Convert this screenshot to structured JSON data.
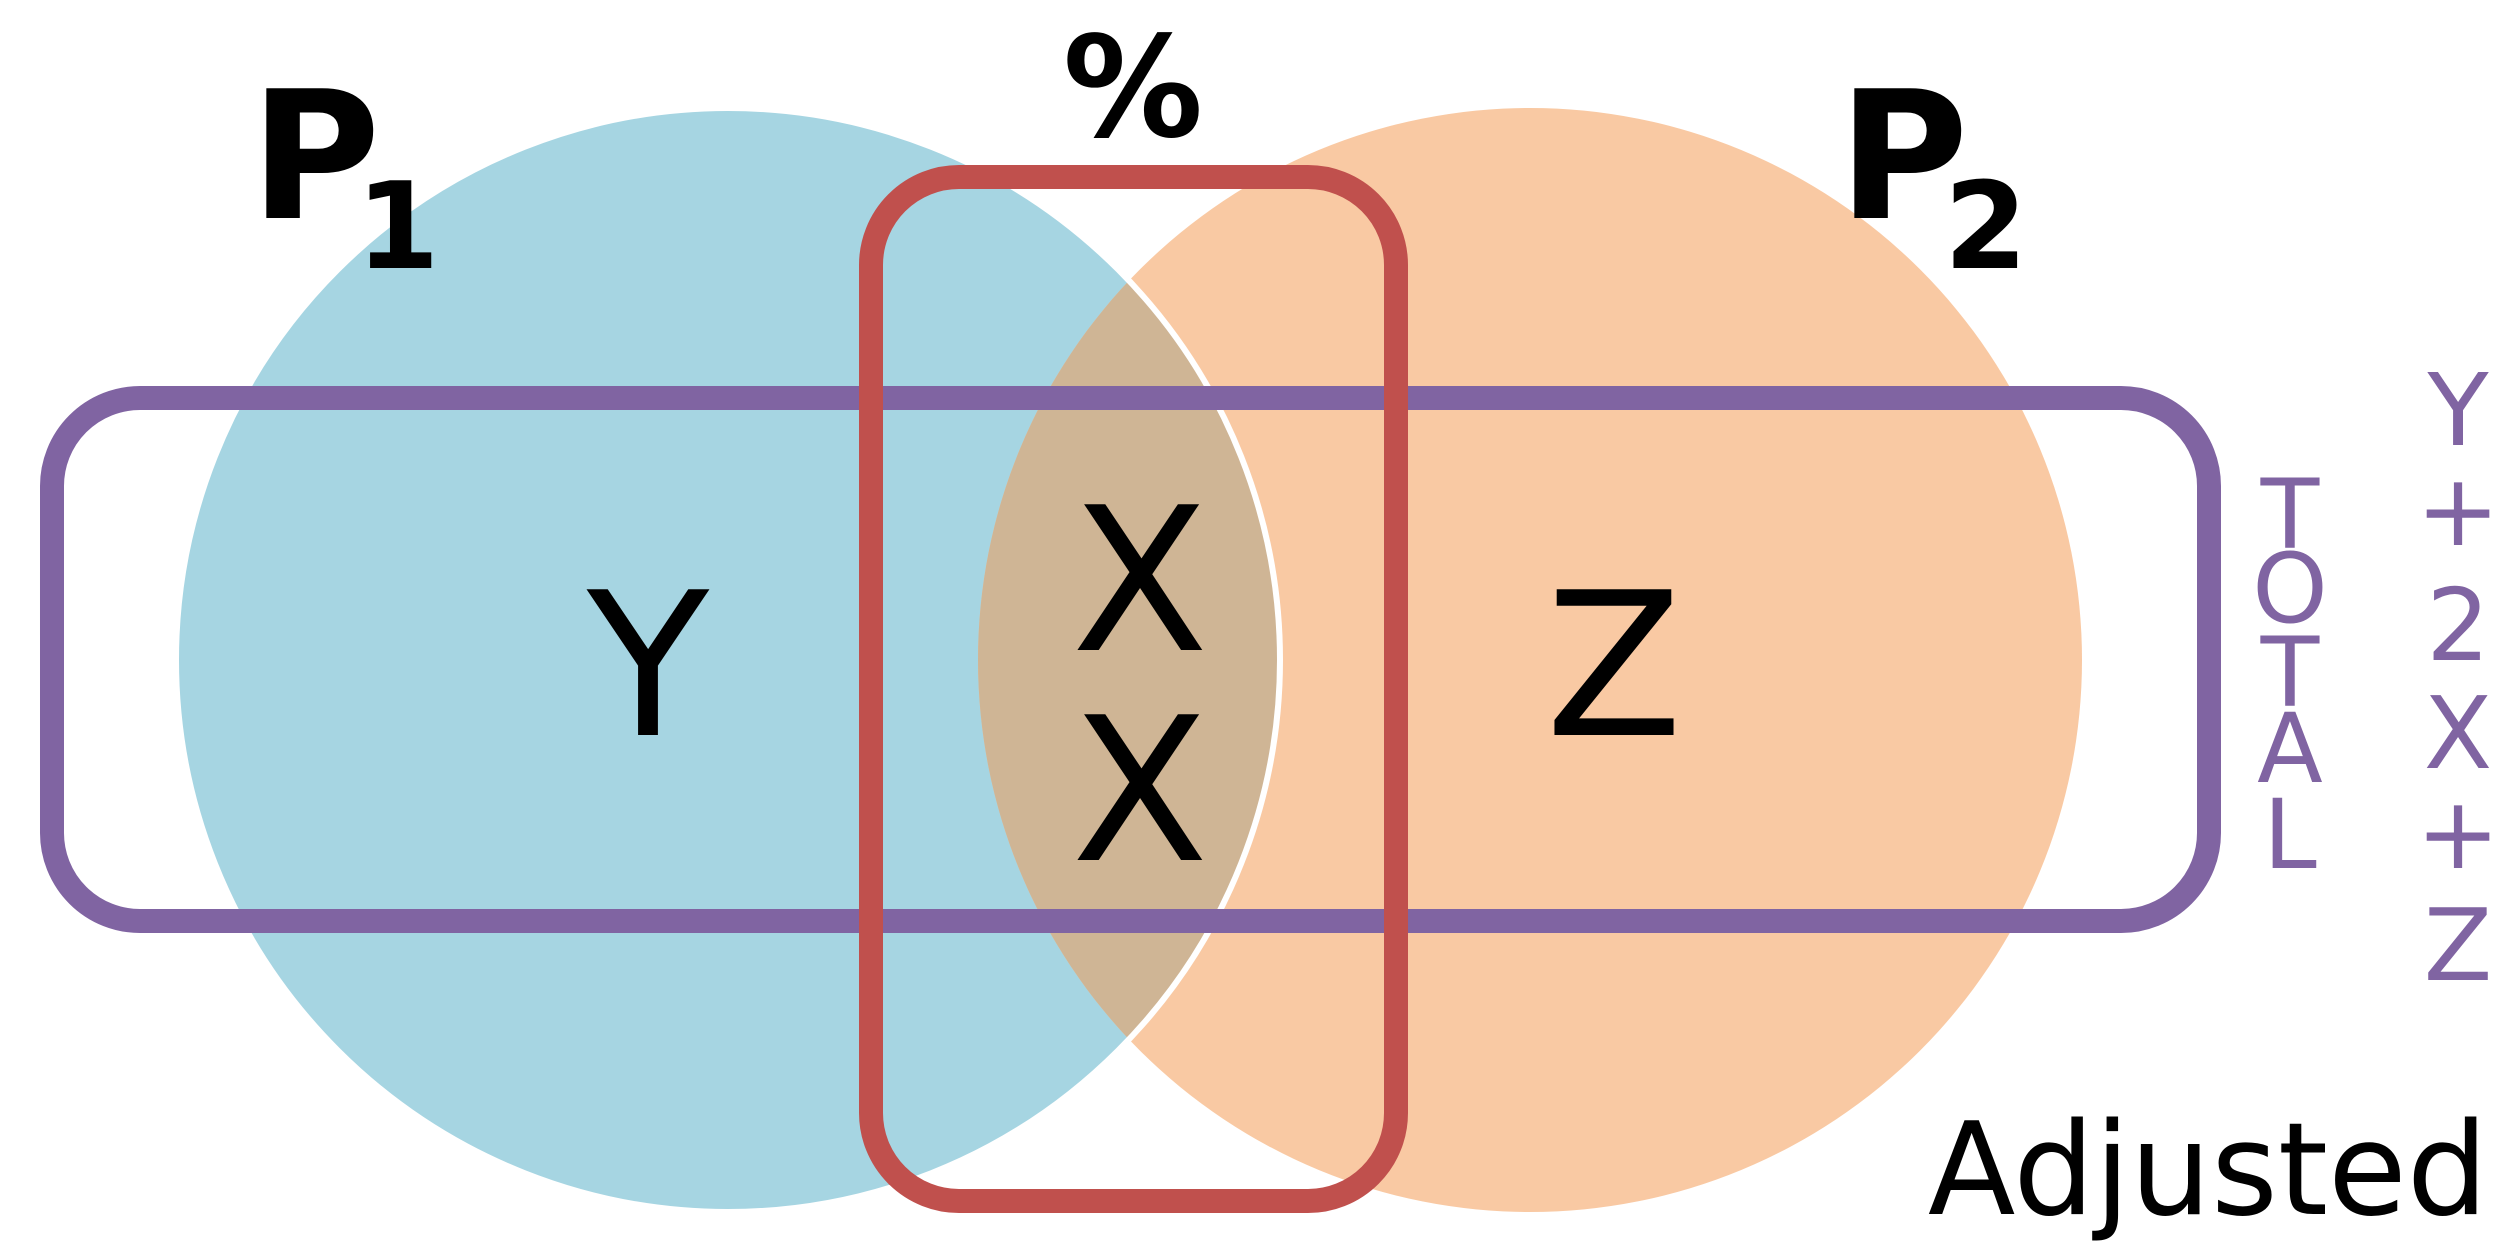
{
  "colors": {
    "circle_left": "#a6d5e2",
    "circle_right": "#f9c9a3",
    "overlap": "#cfb595",
    "purple": "#8064a2",
    "red": "#c0504d",
    "text": "#000000"
  },
  "sets": {
    "left": {
      "letter": "P",
      "subscript": "1"
    },
    "right": {
      "letter": "P",
      "subscript": "2"
    }
  },
  "regions": {
    "left_only": "Y",
    "overlap_top": "X",
    "overlap_bottom": "X",
    "right_only": "Z"
  },
  "percent_symbol": "%",
  "total_label": {
    "chars": [
      "T",
      "O",
      "T",
      "A",
      "L"
    ]
  },
  "total_formula": {
    "chars": [
      "Y",
      "+",
      "2",
      "X",
      "+",
      "Z"
    ]
  },
  "note": "Adjusted"
}
